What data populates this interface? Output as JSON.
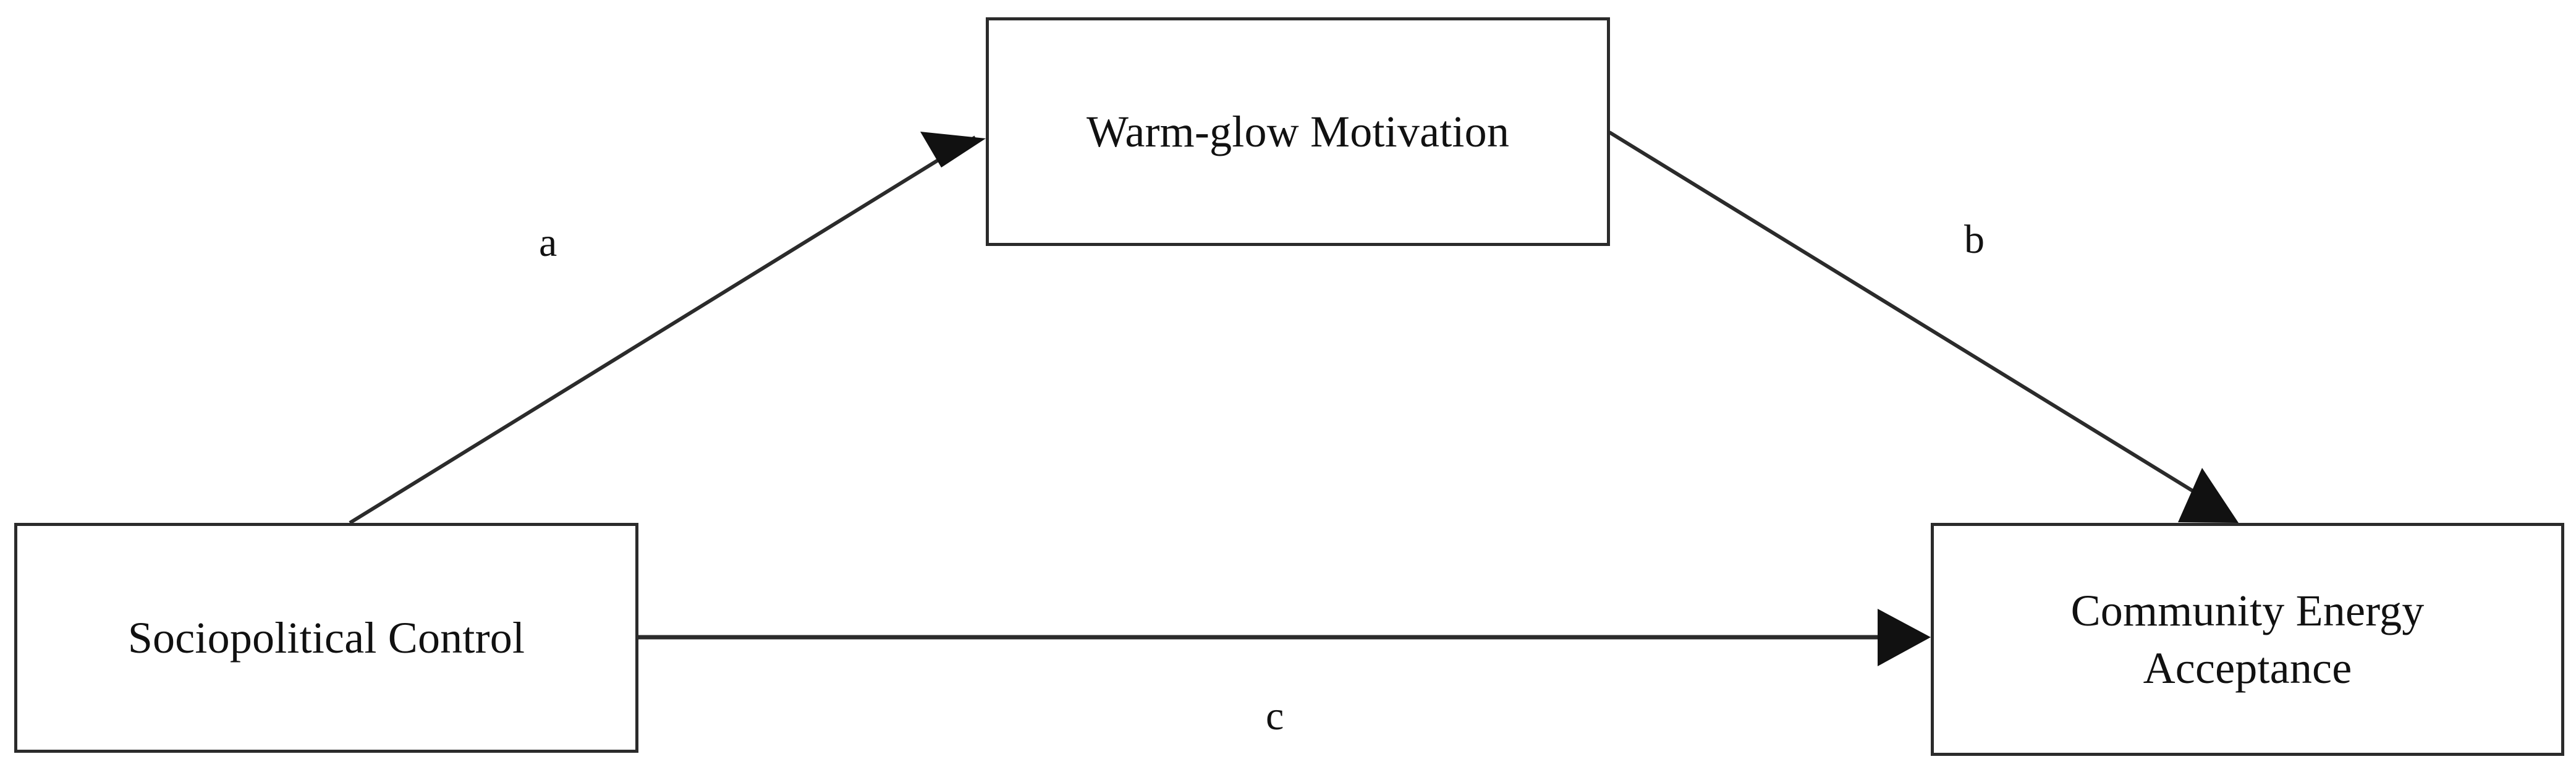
{
  "figure": {
    "type": "mediation-model-path-diagram",
    "background_color": "#ffffff",
    "line_color": "#2b2b2b",
    "text_color": "#111111"
  },
  "nodes": [
    {
      "id": "warm-glow",
      "label": "Warm-glow Motivation",
      "role": "mediator"
    },
    {
      "id": "sociopolitical",
      "label": "Sociopolitical Control",
      "role": "independent-variable"
    },
    {
      "id": "community-energy",
      "label": "Community Energy\nAcceptance",
      "role": "dependent-variable"
    }
  ],
  "paths": [
    {
      "id": "a",
      "label": "a",
      "from": "sociopolitical",
      "to": "warm-glow"
    },
    {
      "id": "b",
      "label": "b",
      "from": "warm-glow",
      "to": "community-energy"
    },
    {
      "id": "c",
      "label": "c",
      "from": "sociopolitical",
      "to": "community-energy"
    }
  ]
}
